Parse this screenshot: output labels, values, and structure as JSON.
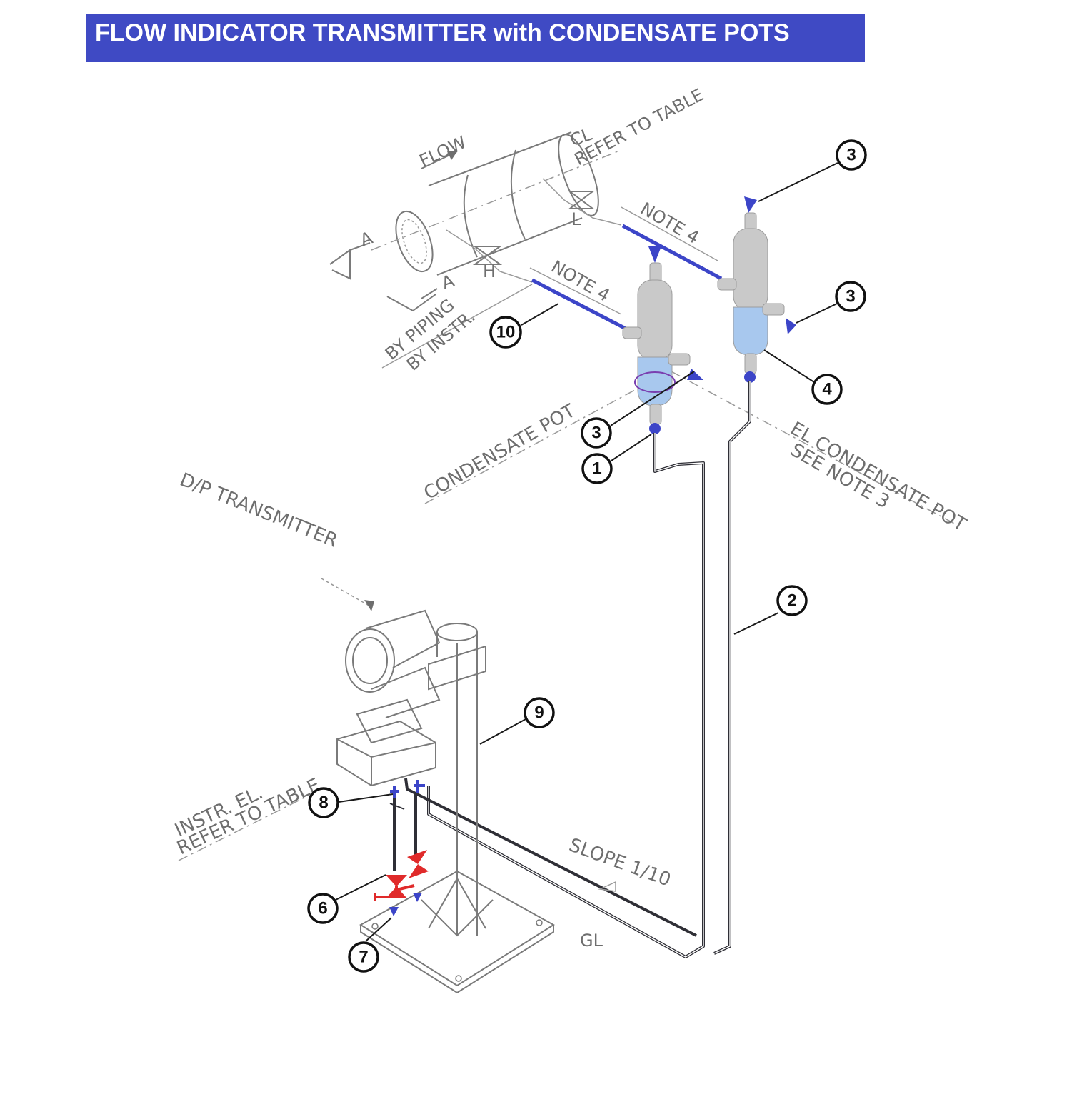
{
  "title": "FLOW INDICATOR TRANSMITTER with CONDENSATE POTS",
  "labels": {
    "flow": "FLOW",
    "cl": "CL",
    "refer_to_table_top": "REFER TO TABLE",
    "a_top": "A",
    "a_bottom": "A",
    "h": "H",
    "l": "L",
    "note4_left": "NOTE 4",
    "note4_right": "NOTE 4",
    "by_piping": "BY PIPING",
    "by_instr": "BY INSTR.",
    "condensate_pot": "CONDENSATE POT",
    "el_condensate_pot": "EL CONDENSATE POT",
    "see_note3": "SEE NOTE 3",
    "dp_transmitter": "D/P TRANSMITTER",
    "instr_el": "INSTR. EL.",
    "refer_to_table_bottom": "REFER TO TABLE",
    "slope": "SLOPE 1/10",
    "gl": "GL"
  },
  "callouts": {
    "c3_top": "3",
    "c3_mid": "3",
    "c3_left": "3",
    "c4": "4",
    "c10": "10",
    "c1": "1",
    "c2": "2",
    "c9": "9",
    "c8": "8",
    "c6": "6",
    "c7": "7"
  },
  "colors": {
    "title_bg": "#3f4ac4",
    "blue_tubing": "#3c45c8",
    "condensate_fill": "#a8c8ee",
    "pot_body": "#c9c9c9",
    "valve_red": "#e02a2a"
  }
}
